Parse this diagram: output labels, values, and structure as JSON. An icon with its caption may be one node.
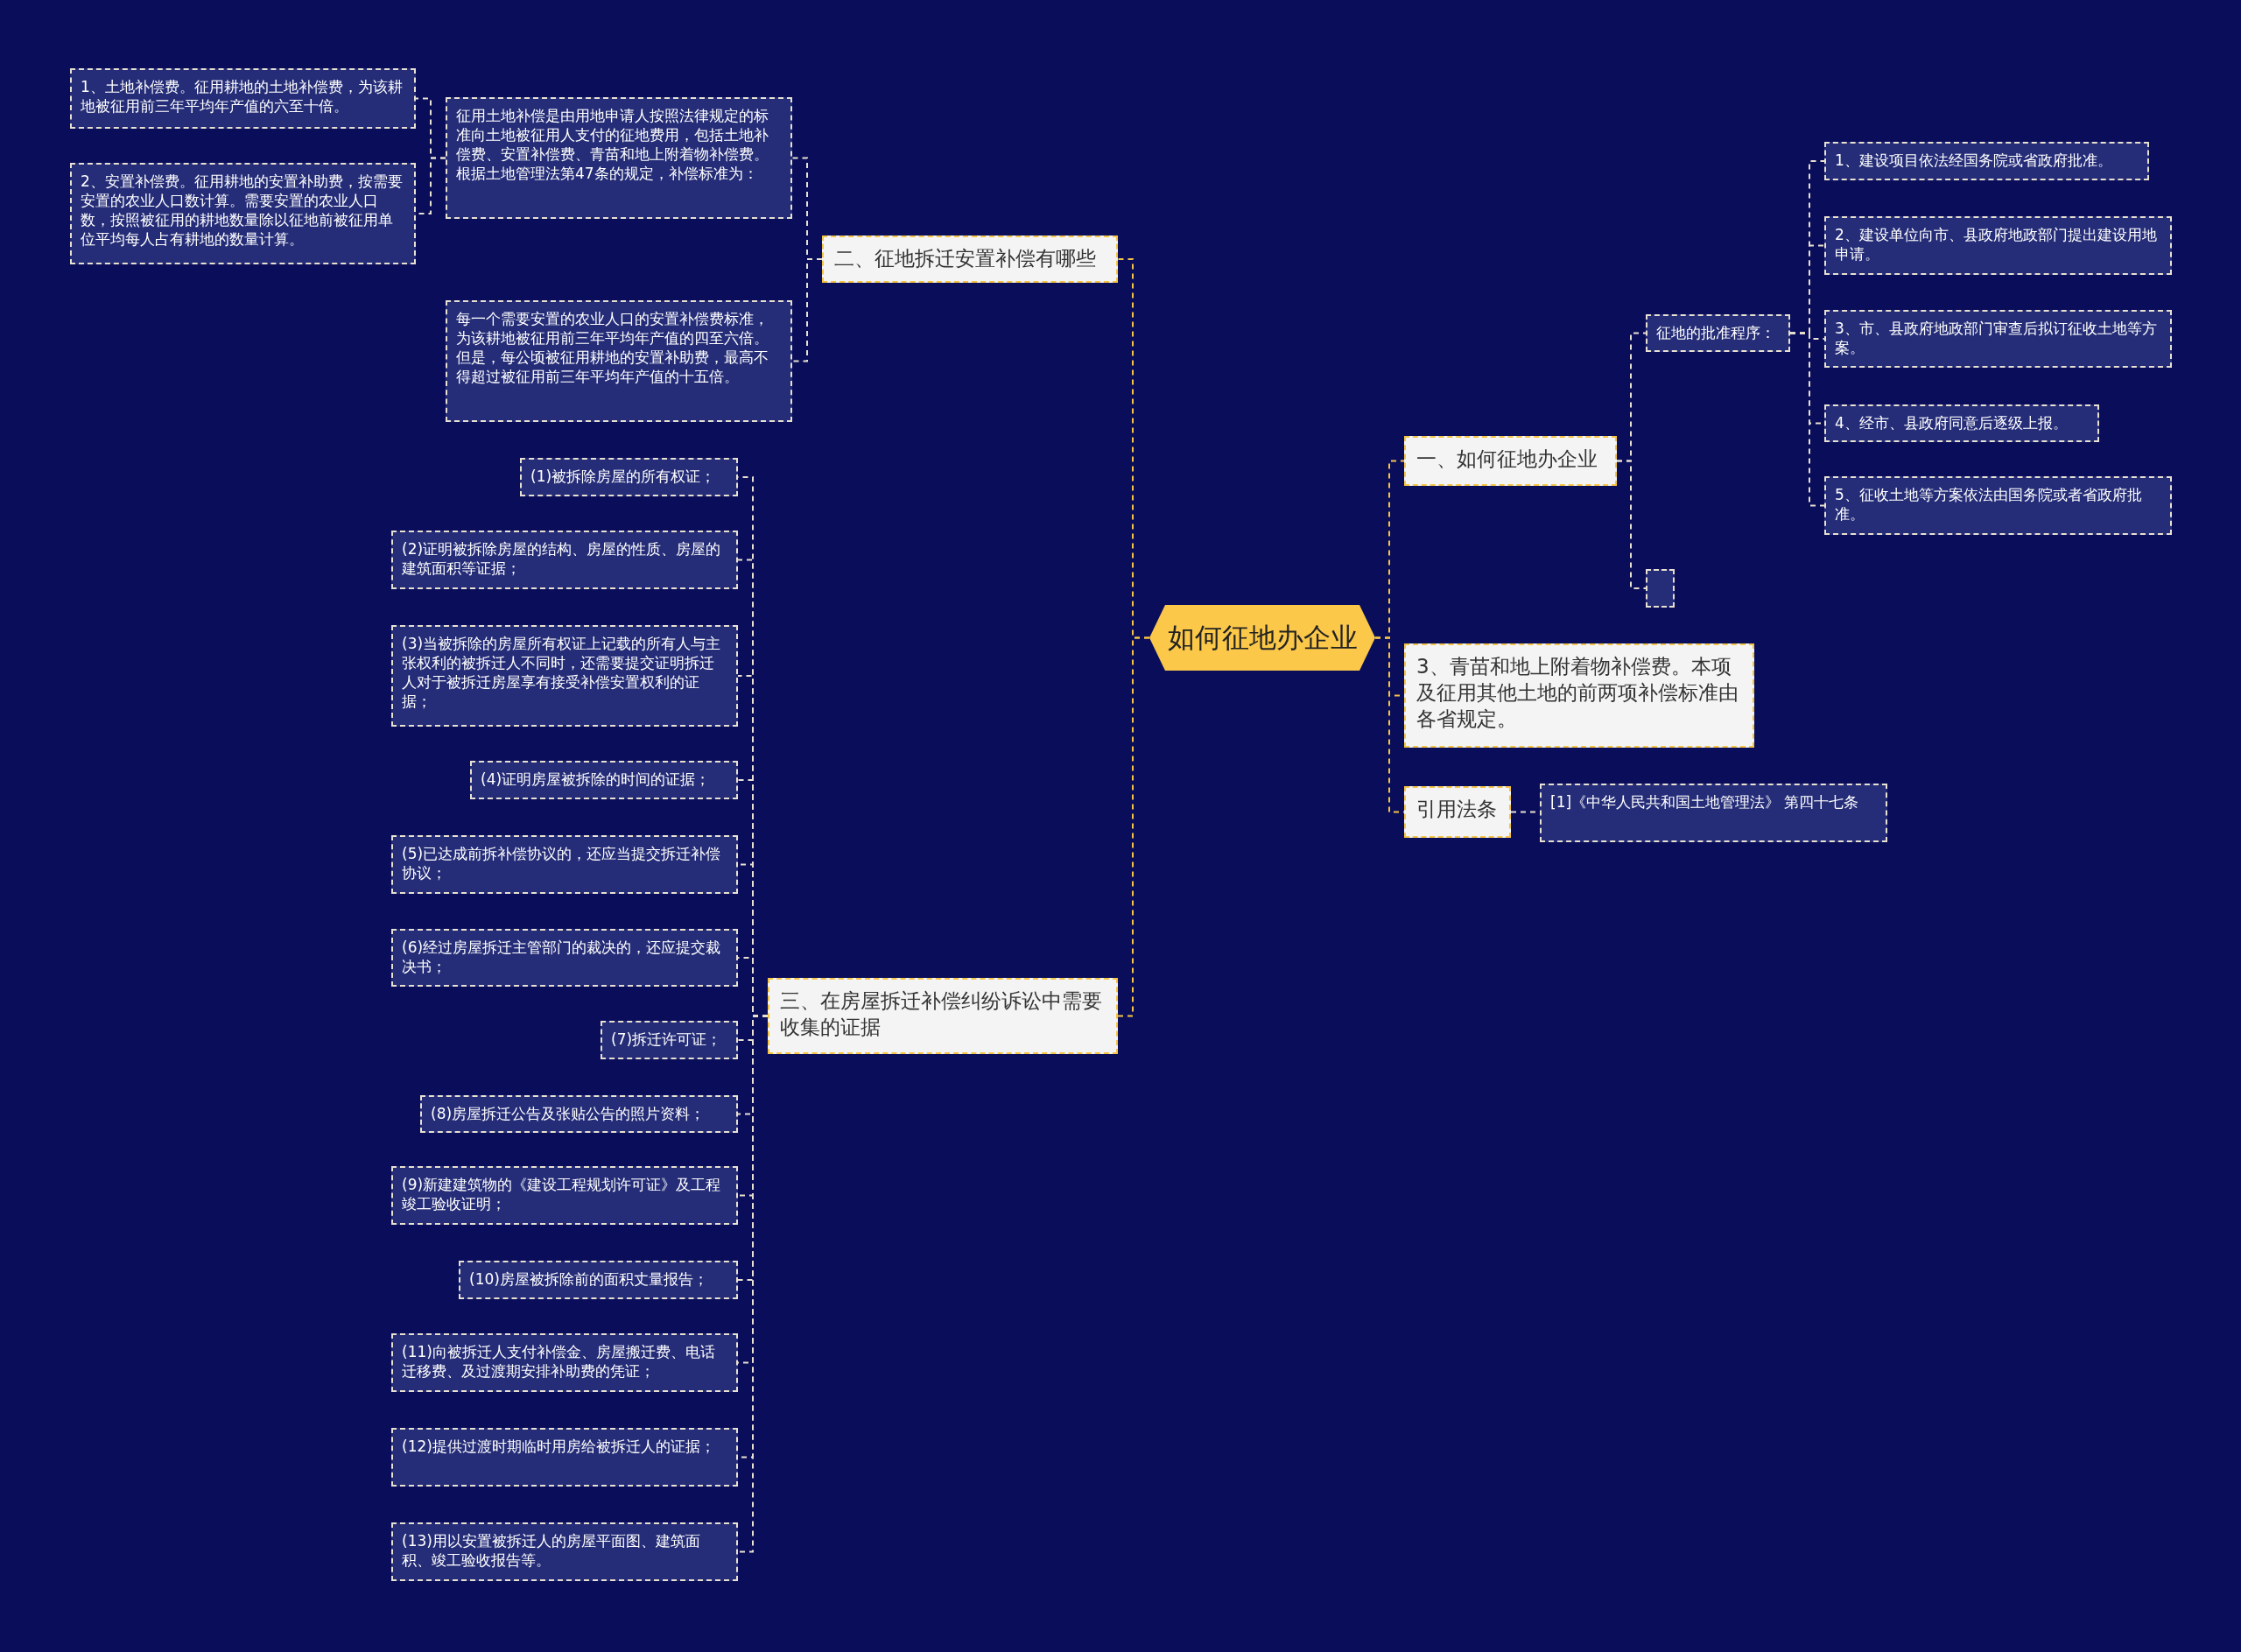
{
  "diagram": {
    "nodes": [
      {
        "text": [
          "如何征地办企业"
        ]
      },
      {
        "text": [
          "一、如何征地办企业"
        ]
      },
      {
        "text": [
          "征地的批准程序："
        ]
      },
      {
        "text": [
          "1、建设项目依法经国务院或省政府批准。"
        ]
      },
      {
        "text": [
          "2、建设单位向市、县政府地政部门提出建设用地申请。"
        ]
      },
      {
        "text": [
          "3、市、县政府地政部门审查后拟订征收土地等方案。"
        ]
      },
      {
        "text": [
          "4、经市、县政府同意后逐级上报。"
        ]
      },
      {
        "text": [
          "5、征收土地等方案依法由国务院或者省政府批准。"
        ]
      },
      {
        "text": [],
        "shape": "box"
      },
      {
        "text": [
          "3、青苗和地上附着物补偿费。本项及征用其他土地的前两项补偿标准由各省规定。"
        ]
      },
      {
        "text": [
          "引用法条"
        ]
      },
      {
        "text": [
          "[1]《中华人民共和国土地管理法》 第四十七条"
        ]
      },
      {
        "text": [
          "二、征地拆迁安置补偿有哪些"
        ]
      },
      {
        "text": [
          "征用土地补偿是由用地申请人按照法律规定的标准向土地被征用人支付的征地费用，包括土地补偿费、安置补偿费、青苗和地上附着物补偿费。根据土地管理法第47条的规定，补偿标准为："
        ]
      },
      {
        "text": [
          "1、土地补偿费。征用耕地的土地补偿费，为该耕地被征用前三年平均年产值的六至十倍。"
        ]
      },
      {
        "text": [
          "2、安置补偿费。征用耕地的安置补助费，按需要安置的农业人口数计算。需要安置的农业人口数，按照被征用的耕地数量除以征地前被征用单位平均每人占有耕地的数量计算。"
        ]
      },
      {
        "text": [
          "每一个需要安置的农业人口的安置补偿费标准，为该耕地被征用前三年平均年产值的四至六倍。但是，每公顷被征用耕地的安置补助费，最高不得超过被征用前三年平均年产值的十五倍。"
        ]
      },
      {
        "text": [
          "三、在房屋拆迁补偿纠纷诉讼中需要收集的证据"
        ]
      },
      {
        "text": [
          "(1)被拆除房屋的所有权证；"
        ]
      },
      {
        "text": [
          "(2)证明被拆除房屋的结构、房屋的性质、房屋的建筑面积等证据；"
        ]
      },
      {
        "text": [
          "(3)当被拆除的房屋所有权证上记载的所有人与主张权利的被拆迁人不同时，还需要提交证明拆迁人对于被拆迁房屋享有接受补偿安置权利的证据；"
        ]
      },
      {
        "text": [
          "(4)证明房屋被拆除的时间的证据；"
        ]
      },
      {
        "text": [
          "(5)已达成前拆补偿协议的，还应当提交拆迁补偿协议；"
        ]
      },
      {
        "text": [
          "(6)经过房屋拆迁主管部门的裁决的，还应提交裁决书；"
        ]
      },
      {
        "text": [
          "(7)拆迁许可证；"
        ]
      },
      {
        "text": [
          "(8)房屋拆迁公告及张贴公告的照片资料；"
        ]
      },
      {
        "text": [
          "(9)新建建筑物的《建设工程规划许可证》及工程竣工验收证明；"
        ]
      },
      {
        "text": [
          "(10)房屋被拆除前的面积丈量报告；"
        ]
      },
      {
        "text": [
          "(11)向被拆迁人支付补偿金、房屋搬迁费、电话迁移费、及过渡期安排补助费的凭证；"
        ]
      },
      {
        "text": [
          "(12)提供过渡时期临时用房给被拆迁人的证据；"
        ]
      },
      {
        "text": [
          "(13)用以安置被拆迁人的房屋平面图、建筑面积、竣工验收报告等。"
        ]
      }
    ],
    "edges": [
      {
        "from": 0,
        "to": 1,
        "arrow": "none",
        "color": "#f5c445"
      },
      {
        "from": 1,
        "to": 2,
        "arrow": "none"
      },
      {
        "from": 2,
        "to": 3,
        "arrow": "none"
      },
      {
        "from": 2,
        "to": 4,
        "arrow": "none"
      },
      {
        "from": 2,
        "to": 5,
        "arrow": "none"
      },
      {
        "from": 2,
        "to": 6,
        "arrow": "none"
      },
      {
        "from": 2,
        "to": 7,
        "arrow": "none"
      },
      {
        "from": 1,
        "to": 8,
        "arrow": "none"
      },
      {
        "from": 0,
        "to": 9,
        "arrow": "none",
        "color": "#f5c445"
      },
      {
        "from": 0,
        "to": 10,
        "arrow": "none",
        "color": "#f5c445"
      },
      {
        "from": 10,
        "to": 11,
        "arrow": "none"
      },
      {
        "from": 0,
        "to": 12,
        "arrow": "none",
        "color": "#f5c445"
      },
      {
        "from": 12,
        "to": 13,
        "arrow": "none"
      },
      {
        "from": 13,
        "to": 14,
        "arrow": "none"
      },
      {
        "from": 13,
        "to": 15,
        "arrow": "none"
      },
      {
        "from": 12,
        "to": 16,
        "arrow": "none"
      },
      {
        "from": 0,
        "to": 17,
        "arrow": "none",
        "color": "#f5c445"
      },
      {
        "from": 17,
        "to": 18,
        "arrow": "none"
      },
      {
        "from": 17,
        "to": 19,
        "arrow": "none"
      },
      {
        "from": 17,
        "to": 20,
        "arrow": "none"
      },
      {
        "from": 17,
        "to": 21,
        "arrow": "none"
      },
      {
        "from": 17,
        "to": 22,
        "arrow": "none"
      },
      {
        "from": 17,
        "to": 23,
        "arrow": "none"
      },
      {
        "from": 17,
        "to": 24,
        "arrow": "none"
      },
      {
        "from": 17,
        "to": 25,
        "arrow": "none"
      },
      {
        "from": 17,
        "to": 26,
        "arrow": "none"
      },
      {
        "from": 17,
        "to": 27,
        "arrow": "none"
      },
      {
        "from": 17,
        "to": 28,
        "arrow": "none"
      },
      {
        "from": 17,
        "to": 29,
        "arrow": "none"
      },
      {
        "from": 17,
        "to": 30,
        "arrow": "none"
      }
    ]
  }
}
